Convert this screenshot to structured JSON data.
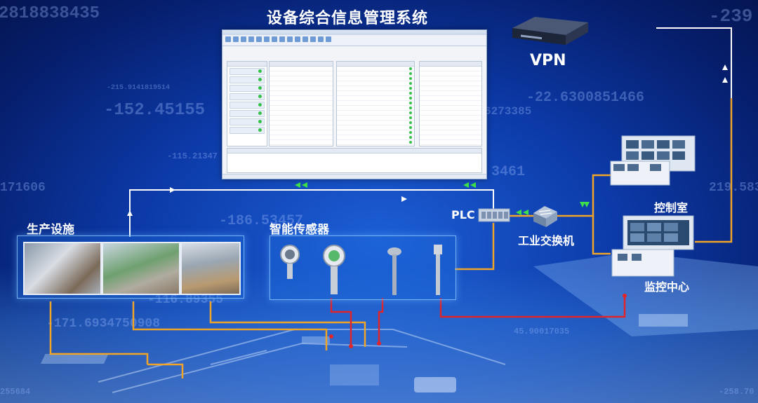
{
  "title": "设备综合信息管理系统",
  "labels": {
    "vpn": "VPN",
    "plc": "PLC",
    "production": "生产设施",
    "sensors": "智能传感器",
    "switch": "工业交换机",
    "control_room": "控制室",
    "monitor_center": "监控中心"
  },
  "bg_numbers": [
    "2818838435",
    "-239",
    "-152.45155",
    "-22.6300851466",
    "6273385",
    "-215.9141819514",
    "171606",
    "-115.21347",
    "3461",
    "219.583",
    "-186.53457",
    "-116.89355",
    "-171.6934750908",
    "45.90017035",
    "-258.70",
    "255684"
  ],
  "colors": {
    "orange_line": "#f0a428",
    "red_line": "#e0252a",
    "white_line": "#ffffff",
    "green_arrow": "#3de04a",
    "accent": "#1a66d8"
  }
}
